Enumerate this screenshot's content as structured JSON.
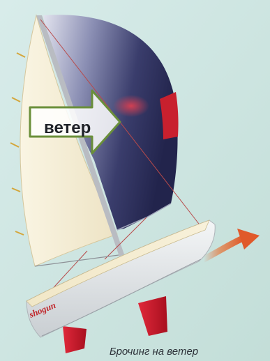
{
  "diagram": {
    "wind_label": "ветер",
    "boat_name": "shogun",
    "caption": "Брочинг на ветер",
    "colors": {
      "background": "#cfe6e2",
      "spinnaker_dark": "#2c2f5e",
      "spinnaker_band": "#c8202e",
      "mainsail": "#f4edd6",
      "hull": "#e6e9ec",
      "keel": "#d21a2a",
      "motion_arrow": "#e26a35"
    }
  }
}
